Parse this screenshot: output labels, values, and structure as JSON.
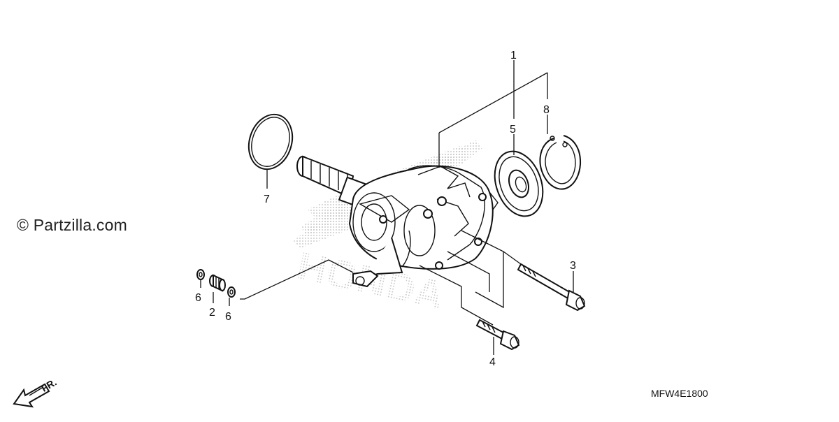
{
  "copyright": "© Partzilla.com",
  "diagram_code": "MFW4E1800",
  "direction_label": "FR.",
  "watermark_text": "HONDA",
  "callouts": {
    "c1": "1",
    "c2": "2",
    "c3": "3",
    "c4": "4",
    "c5": "5",
    "c6a": "6",
    "c6b": "6",
    "c7": "7",
    "c8": "8"
  },
  "colors": {
    "line": "#111111",
    "watermark": "#c8c8c8",
    "background": "#ffffff"
  }
}
